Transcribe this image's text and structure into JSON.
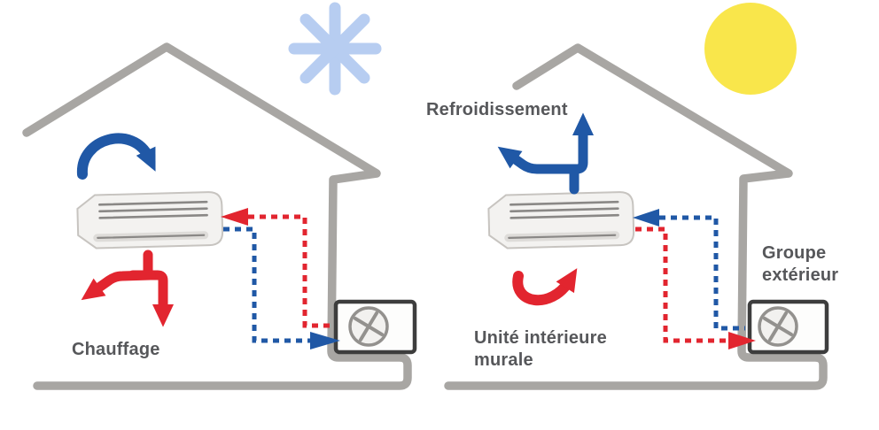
{
  "scenes": {
    "heating": {
      "mode_label": "Chauffage",
      "season_icon": "snowflake",
      "indoor_airflow": "red arrows blowing warm air into room, blue arrow drawing room air in",
      "refrigerant_in_arrow": "red dotted line into indoor unit",
      "refrigerant_out_arrow": "blue dotted line into outdoor unit"
    },
    "cooling": {
      "mode_label": "Refroidissement",
      "season_icon": "sun",
      "indoor_unit_label": "Unité intérieure murale",
      "outdoor_unit_label": "Groupe extérieur",
      "indoor_airflow": "blue arrows blowing cool air into room, red arrow drawing warm air in",
      "refrigerant_in_arrow": "blue dotted line into indoor unit",
      "refrigerant_out_arrow": "red dotted line into outdoor unit"
    }
  },
  "colors": {
    "hot_flow": "#e2252f",
    "cold_flow": "#2058a6",
    "house_outline": "#a8a6a3",
    "outdoor_unit_frame": "#3d3d3d",
    "fan_gray": "#93918e",
    "label_text": "#56575a",
    "snowflake": "#b7cdf1",
    "sun": "#f9e64b"
  }
}
